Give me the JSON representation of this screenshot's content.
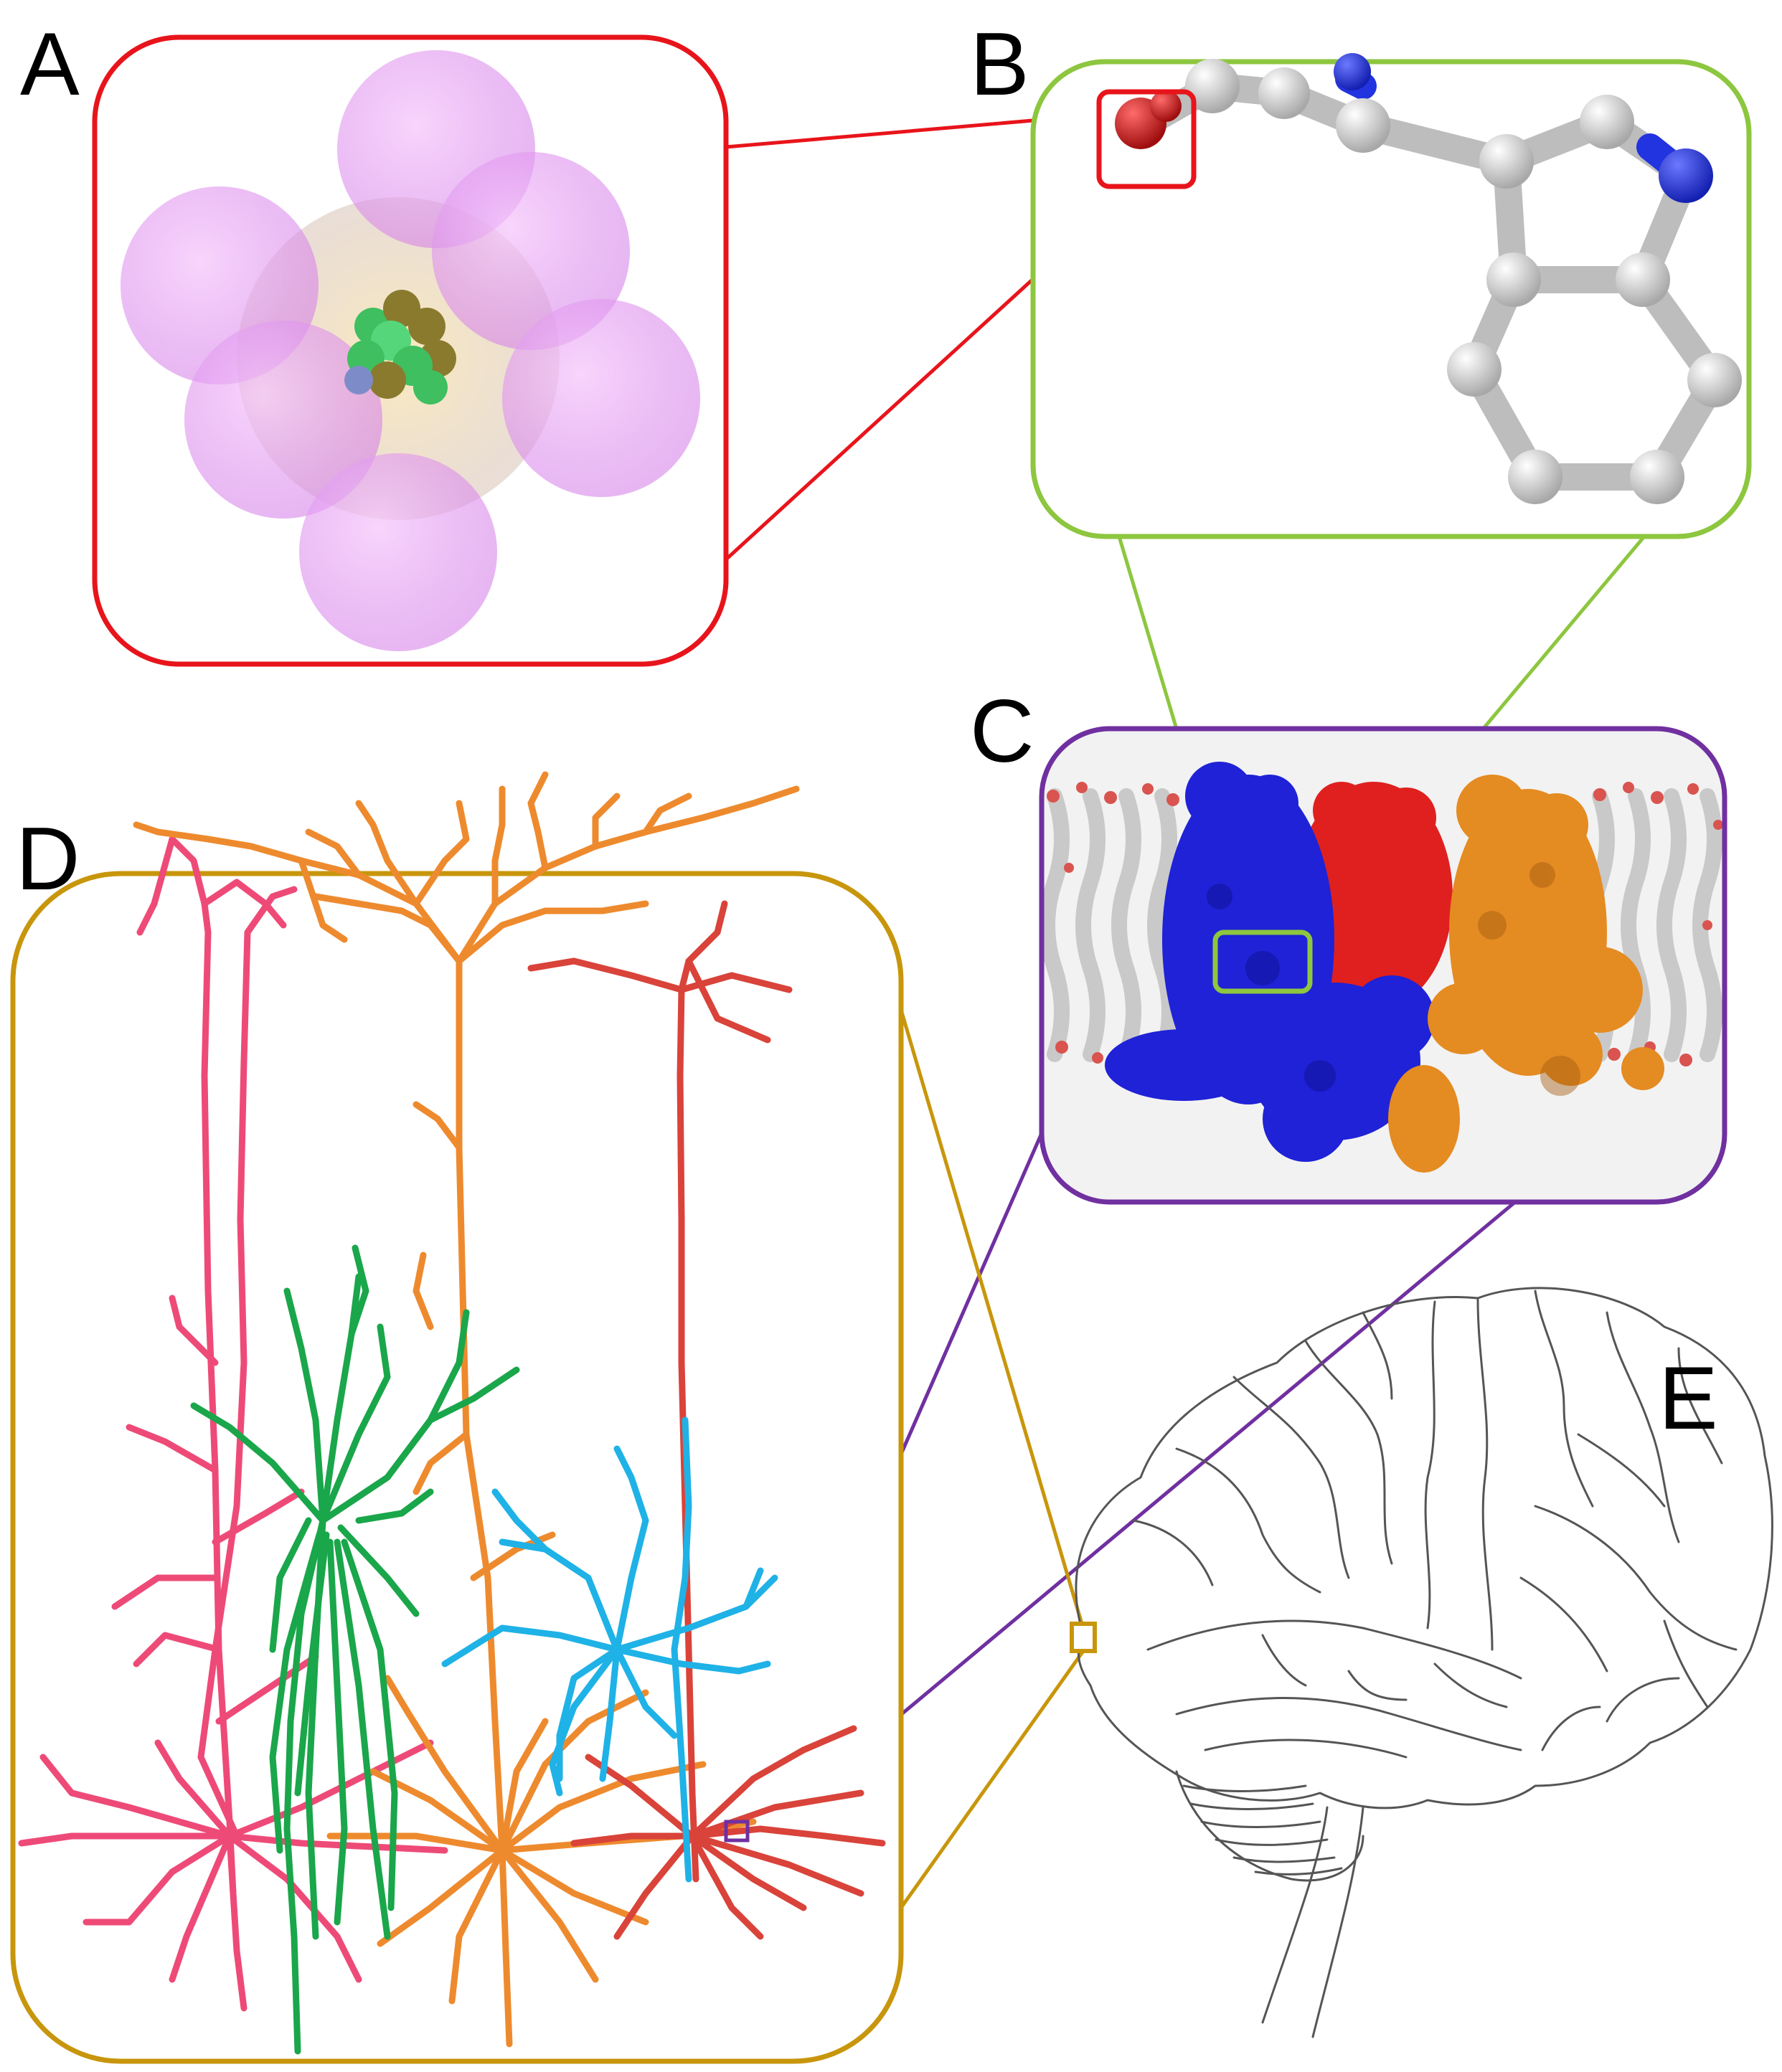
{
  "panels": {
    "a": {
      "label": "A",
      "frame_color": "#e8141b"
    },
    "b": {
      "label": "B",
      "frame_color": "#8dc63f"
    },
    "c": {
      "label": "C",
      "frame_color": "#7030a0"
    },
    "d": {
      "label": "D",
      "frame_color": "#c8960c"
    },
    "e": {
      "label": "E",
      "frame_color": "#000000"
    }
  },
  "colors": {
    "sphere": "#e38cf0",
    "cluster_green": "#3fbf5f",
    "cluster_olive": "#8a7a2e",
    "atom_white": "#d7d7d7",
    "atom_blue": "#2233e0",
    "atom_red": "#d41e1e",
    "protein_blue": "#1f22d6",
    "protein_red": "#e0201f",
    "protein_orange": "#e48b22",
    "neuron_pink": "#ee4a78",
    "neuron_orange": "#ee8a2e",
    "neuron_red": "#d9433a",
    "neuron_green": "#1aa64a",
    "neuron_cyan": "#1fb2e6",
    "brain_line": "#555555"
  },
  "icons": [
    "atom-cluster-icon",
    "molecule-icon",
    "membrane-protein-icon",
    "neuron-icon",
    "brain-icon"
  ]
}
